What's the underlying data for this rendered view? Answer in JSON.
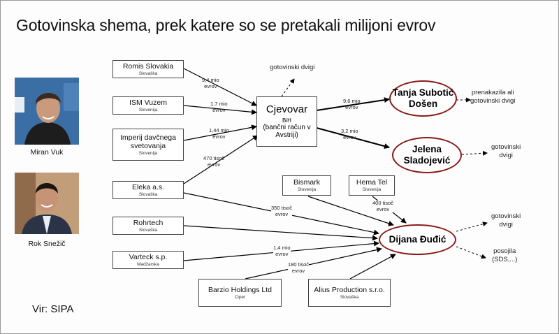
{
  "title": "Gotovinska shema, prek katere so se pretakali milijoni evrov",
  "people": [
    {
      "name": "Miran Vuk"
    },
    {
      "name": "Rok Snežič"
    }
  ],
  "companies": {
    "romis": {
      "name": "Romis Slovakia",
      "country": "Slovaška"
    },
    "ism": {
      "name": "ISM Vuzem",
      "country": "Slovenija"
    },
    "imperij_line1": "Imperij davčnega",
    "imperij_line2": "svetovanja",
    "imperij_country": "Slovenija",
    "eleka": {
      "name": "Eleka a.s.",
      "country": "Slovaška"
    },
    "rohrtech": {
      "name": "Rohrtech",
      "country": "Slovaška"
    },
    "varteck": {
      "name": "Varteck s.p.",
      "country": "Madžarska"
    },
    "bismark": {
      "name": "Bismark",
      "country": "Slovenija"
    },
    "hema": {
      "name": "Hema Tel",
      "country": "Slovenija"
    },
    "barzio": {
      "name": "Barzio Holdings Ltd",
      "country": "Ciper"
    },
    "alius": {
      "name": "Alius Production s.r.o.",
      "country": "Slovaška"
    }
  },
  "center": {
    "name": "Cjevovar",
    "sub1": "BiH",
    "sub2": "(bančni račun v",
    "sub3": "Avstriji)"
  },
  "recipients": {
    "tanja_line1": "Tanja Subotić",
    "tanja_line2": "Došen",
    "jelena_line1": "Jelena",
    "jelena_line2": "Sladojević",
    "dijana": "Dijana Đuđić"
  },
  "flows": {
    "romis_amt": "9,4 mio",
    "romis_cur": "evrov",
    "ism_amt": "1,7 mio",
    "ism_cur": "evrov",
    "imperij_amt": "1,44 mio",
    "imperij_cur": "evrov",
    "eleka_cj_amt": "470 tisoč",
    "eleka_cj_cur": "evrov",
    "tanja_amt": "9,6 mio",
    "tanja_cur": "evrov",
    "jelena_amt": "3,2 mio",
    "jelena_cur": "evrov",
    "eleka_dij_amt": "350 tisoč",
    "eleka_dij_cur": "evrov",
    "varteck_amt": "1,4 mio",
    "varteck_cur": "evrov",
    "barzio_amt": "180 tisoč",
    "barzio_cur": "evrov",
    "hema_amt": "400 tisoč",
    "hema_cur": "evrov"
  },
  "outcomes": {
    "cjevovar_out": "gotovinski dvigi",
    "tanja_out_l1": "prenakazila ali",
    "tanja_out_l2": "gotovinski dvigi",
    "jelena_out_l1": "gotovinski",
    "jelena_out_l2": "dvigi",
    "dijana_out1_l1": "gotovinski",
    "dijana_out1_l2": "dvigi",
    "dijana_out2_l1": "posojila",
    "dijana_out2_l2": "(SDS,...)"
  },
  "source": "Vir: SIPA",
  "colors": {
    "oval_border": "#8b1a1a",
    "arrow": "#000000",
    "box_border": "#444444"
  }
}
